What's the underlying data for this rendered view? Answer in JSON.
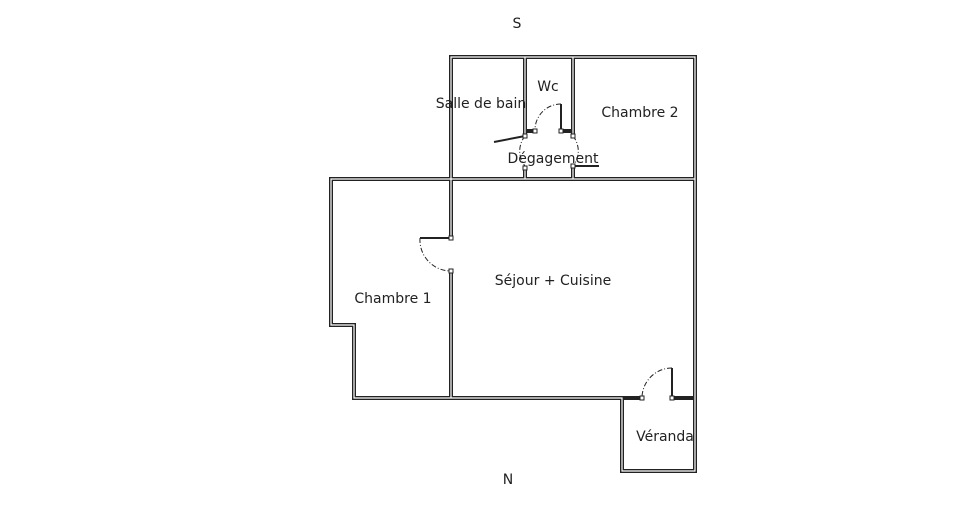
{
  "compass": {
    "south": "S",
    "north": "N"
  },
  "rooms": {
    "salle_de_bain": "Salle de bain",
    "wc": "Wc",
    "chambre_2": "Chambre 2",
    "degagement": "Dégagement",
    "sejour_cuisine": "Séjour + Cuisine",
    "chambre_1": "Chambre 1",
    "veranda": "Véranda"
  },
  "colors": {
    "wall": "#222222",
    "background": "#ffffff"
  }
}
